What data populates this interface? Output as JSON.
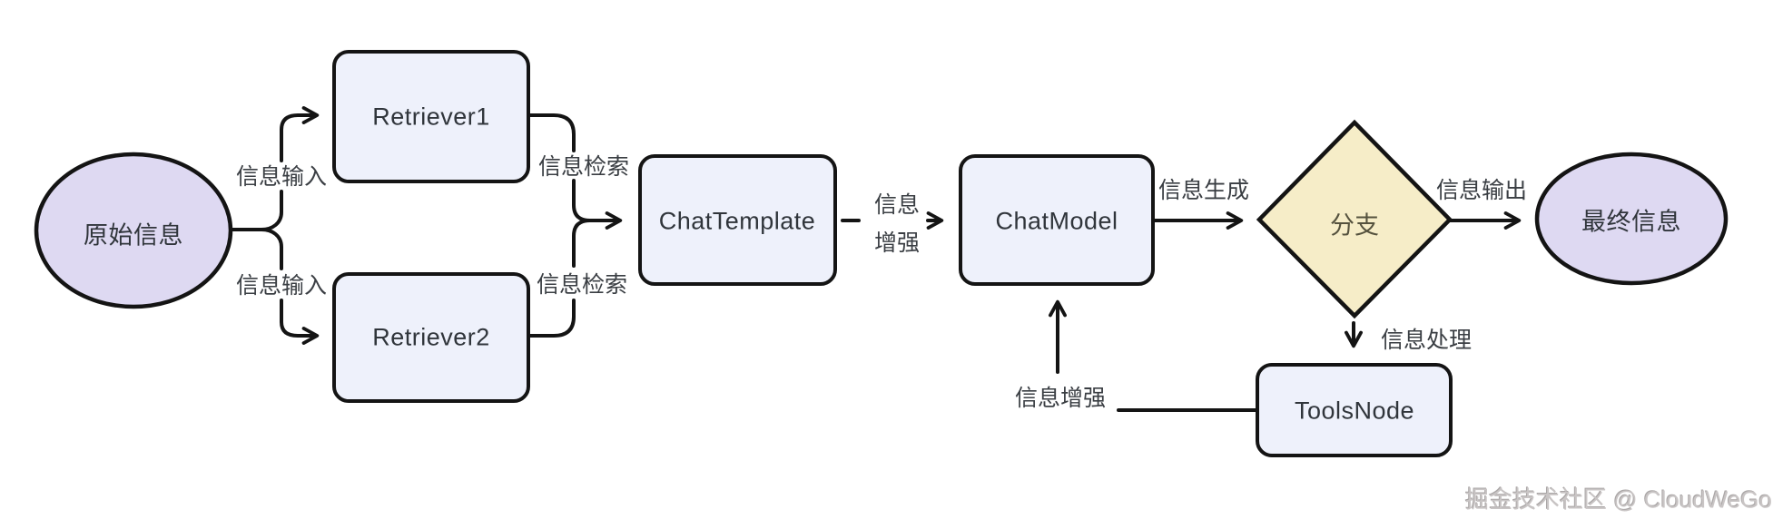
{
  "diagram": {
    "title_hint": "Eino RAG flow diagram",
    "nodes": {
      "origin": {
        "label": "原始信息",
        "type": "ellipse"
      },
      "retriever1": {
        "label": "Retriever1",
        "type": "rect"
      },
      "retriever2": {
        "label": "Retriever2",
        "type": "rect"
      },
      "chat_template": {
        "label": "ChatTemplate",
        "type": "rect"
      },
      "chat_model": {
        "label": "ChatModel",
        "type": "rect"
      },
      "branch": {
        "label": "分支",
        "type": "diamond"
      },
      "tools_node": {
        "label": "ToolsNode",
        "type": "rect"
      },
      "final": {
        "label": "最终信息",
        "type": "ellipse"
      }
    },
    "edge_labels": {
      "input_top": "信息输入",
      "input_bottom": "信息输入",
      "retrieval_top": "信息检索",
      "retrieval_bottom": "信息检索",
      "augment_line1": "信息",
      "augment_line2": "增强",
      "generate": "信息生成",
      "output": "信息输出",
      "process": "信息处理",
      "augment_feedback": "信息增强"
    },
    "watermark": "掘金技术社区 @ CloudWeGo",
    "colors": {
      "ellipse_fill": "#ded9f2",
      "rect_fill": "#eef1fb",
      "diamond_fill": "#f6edc8",
      "line_color": "#141414",
      "node_text": "#30353b",
      "edge_text": "#3a3e43",
      "branch_text": "#55523e",
      "watermark_text": "#c9c5c5"
    }
  }
}
